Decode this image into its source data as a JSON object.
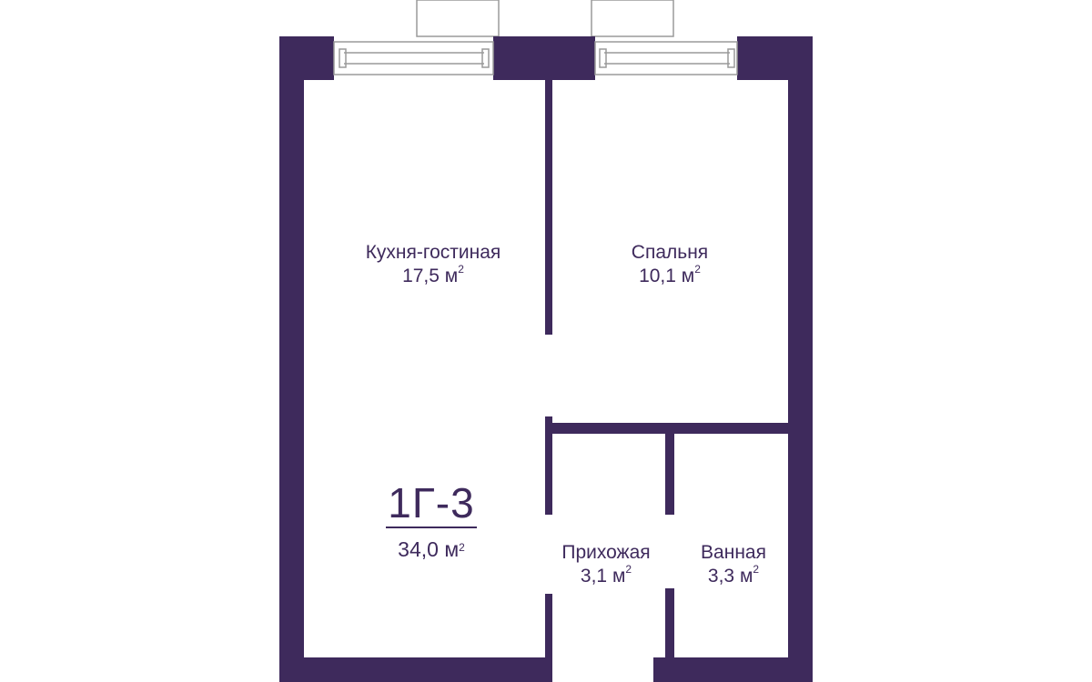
{
  "colors": {
    "wall": "#3e2a5c",
    "window_frame": "#9a9a9a",
    "background": "#ffffff"
  },
  "apartment": {
    "code": "1Г-3",
    "area": "34,0 м",
    "area_sup": "2"
  },
  "rooms": {
    "kitchen_living": {
      "name": "Кухня-гостиная",
      "area": "17,5 м",
      "area_sup": "2"
    },
    "bedroom": {
      "name": "Спальня",
      "area": "10,1 м",
      "area_sup": "2"
    },
    "hallway": {
      "name": "Прихожая",
      "area": "3,1 м",
      "area_sup": "2"
    },
    "bathroom": {
      "name": "Ванная",
      "area": "3,3 м",
      "area_sup": "2"
    }
  }
}
